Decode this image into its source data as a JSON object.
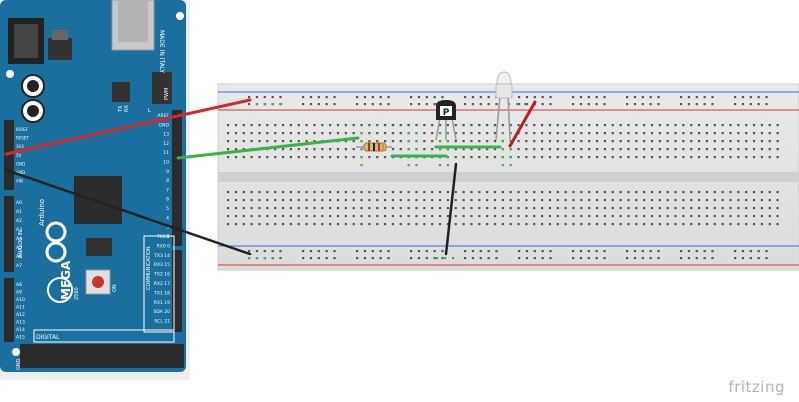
{
  "arduino": {
    "made_in": "MADE IN ITALY",
    "brand": "Arduino",
    "model": "MEGA",
    "model_sub": "2560",
    "on_label": "ON",
    "digital_label": "DIGITAL",
    "analog_label": "ANALOG IN",
    "comm_label": "COMMUNICATION",
    "pwm_label": "PWM",
    "power_pins": [
      "IOREF",
      "RESET",
      "3V3",
      "5V",
      "GND",
      "GND",
      "VIN"
    ],
    "analog_pins": [
      "A0",
      "A1",
      "A2",
      "A3",
      "A4",
      "A5",
      "A6",
      "A7",
      "A8",
      "A9",
      "A10",
      "A11",
      "A12",
      "A13",
      "A14",
      "A15"
    ],
    "pwm_pins": [
      "AREF",
      "GND",
      "13",
      "12",
      "11",
      "10",
      "9",
      "8",
      "7",
      "6",
      "5",
      "4",
      "3",
      "2"
    ],
    "comm_pins": [
      "TX0 1",
      "RX0 0",
      "TX3 14",
      "RX3 15",
      "TX2 16",
      "RX2 17",
      "TX1 18",
      "RX1 19",
      "SDA 20",
      "SCL 21"
    ],
    "tx_label": "TX",
    "rx_label": "RX",
    "l_label": "L",
    "gnd_label": "GND"
  },
  "components": {
    "transistor_label": "P"
  },
  "wire_colors": {
    "red": "#d12a2a",
    "green": "#3cb34a",
    "black": "#222222"
  },
  "board_color": "#1a6f9e",
  "watermark": "fritzing"
}
